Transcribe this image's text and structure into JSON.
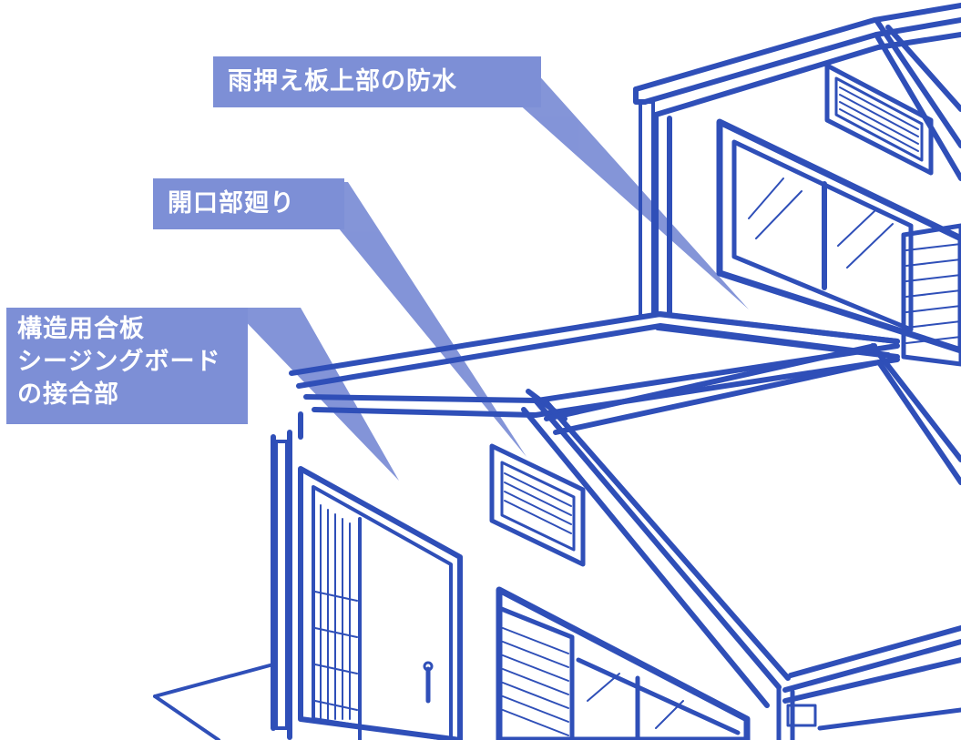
{
  "colors": {
    "line": "#2f4fb8",
    "callout_fill": "#7d8fd6",
    "background": "#ffffff"
  },
  "callouts": {
    "rain_board": {
      "text": "雨押え板上部の防水"
    },
    "openings": {
      "text": "開口部廻り"
    },
    "sheathing_joints": {
      "lines": [
        "構造用合板",
        "シージングボード",
        "の接合部"
      ]
    }
  }
}
